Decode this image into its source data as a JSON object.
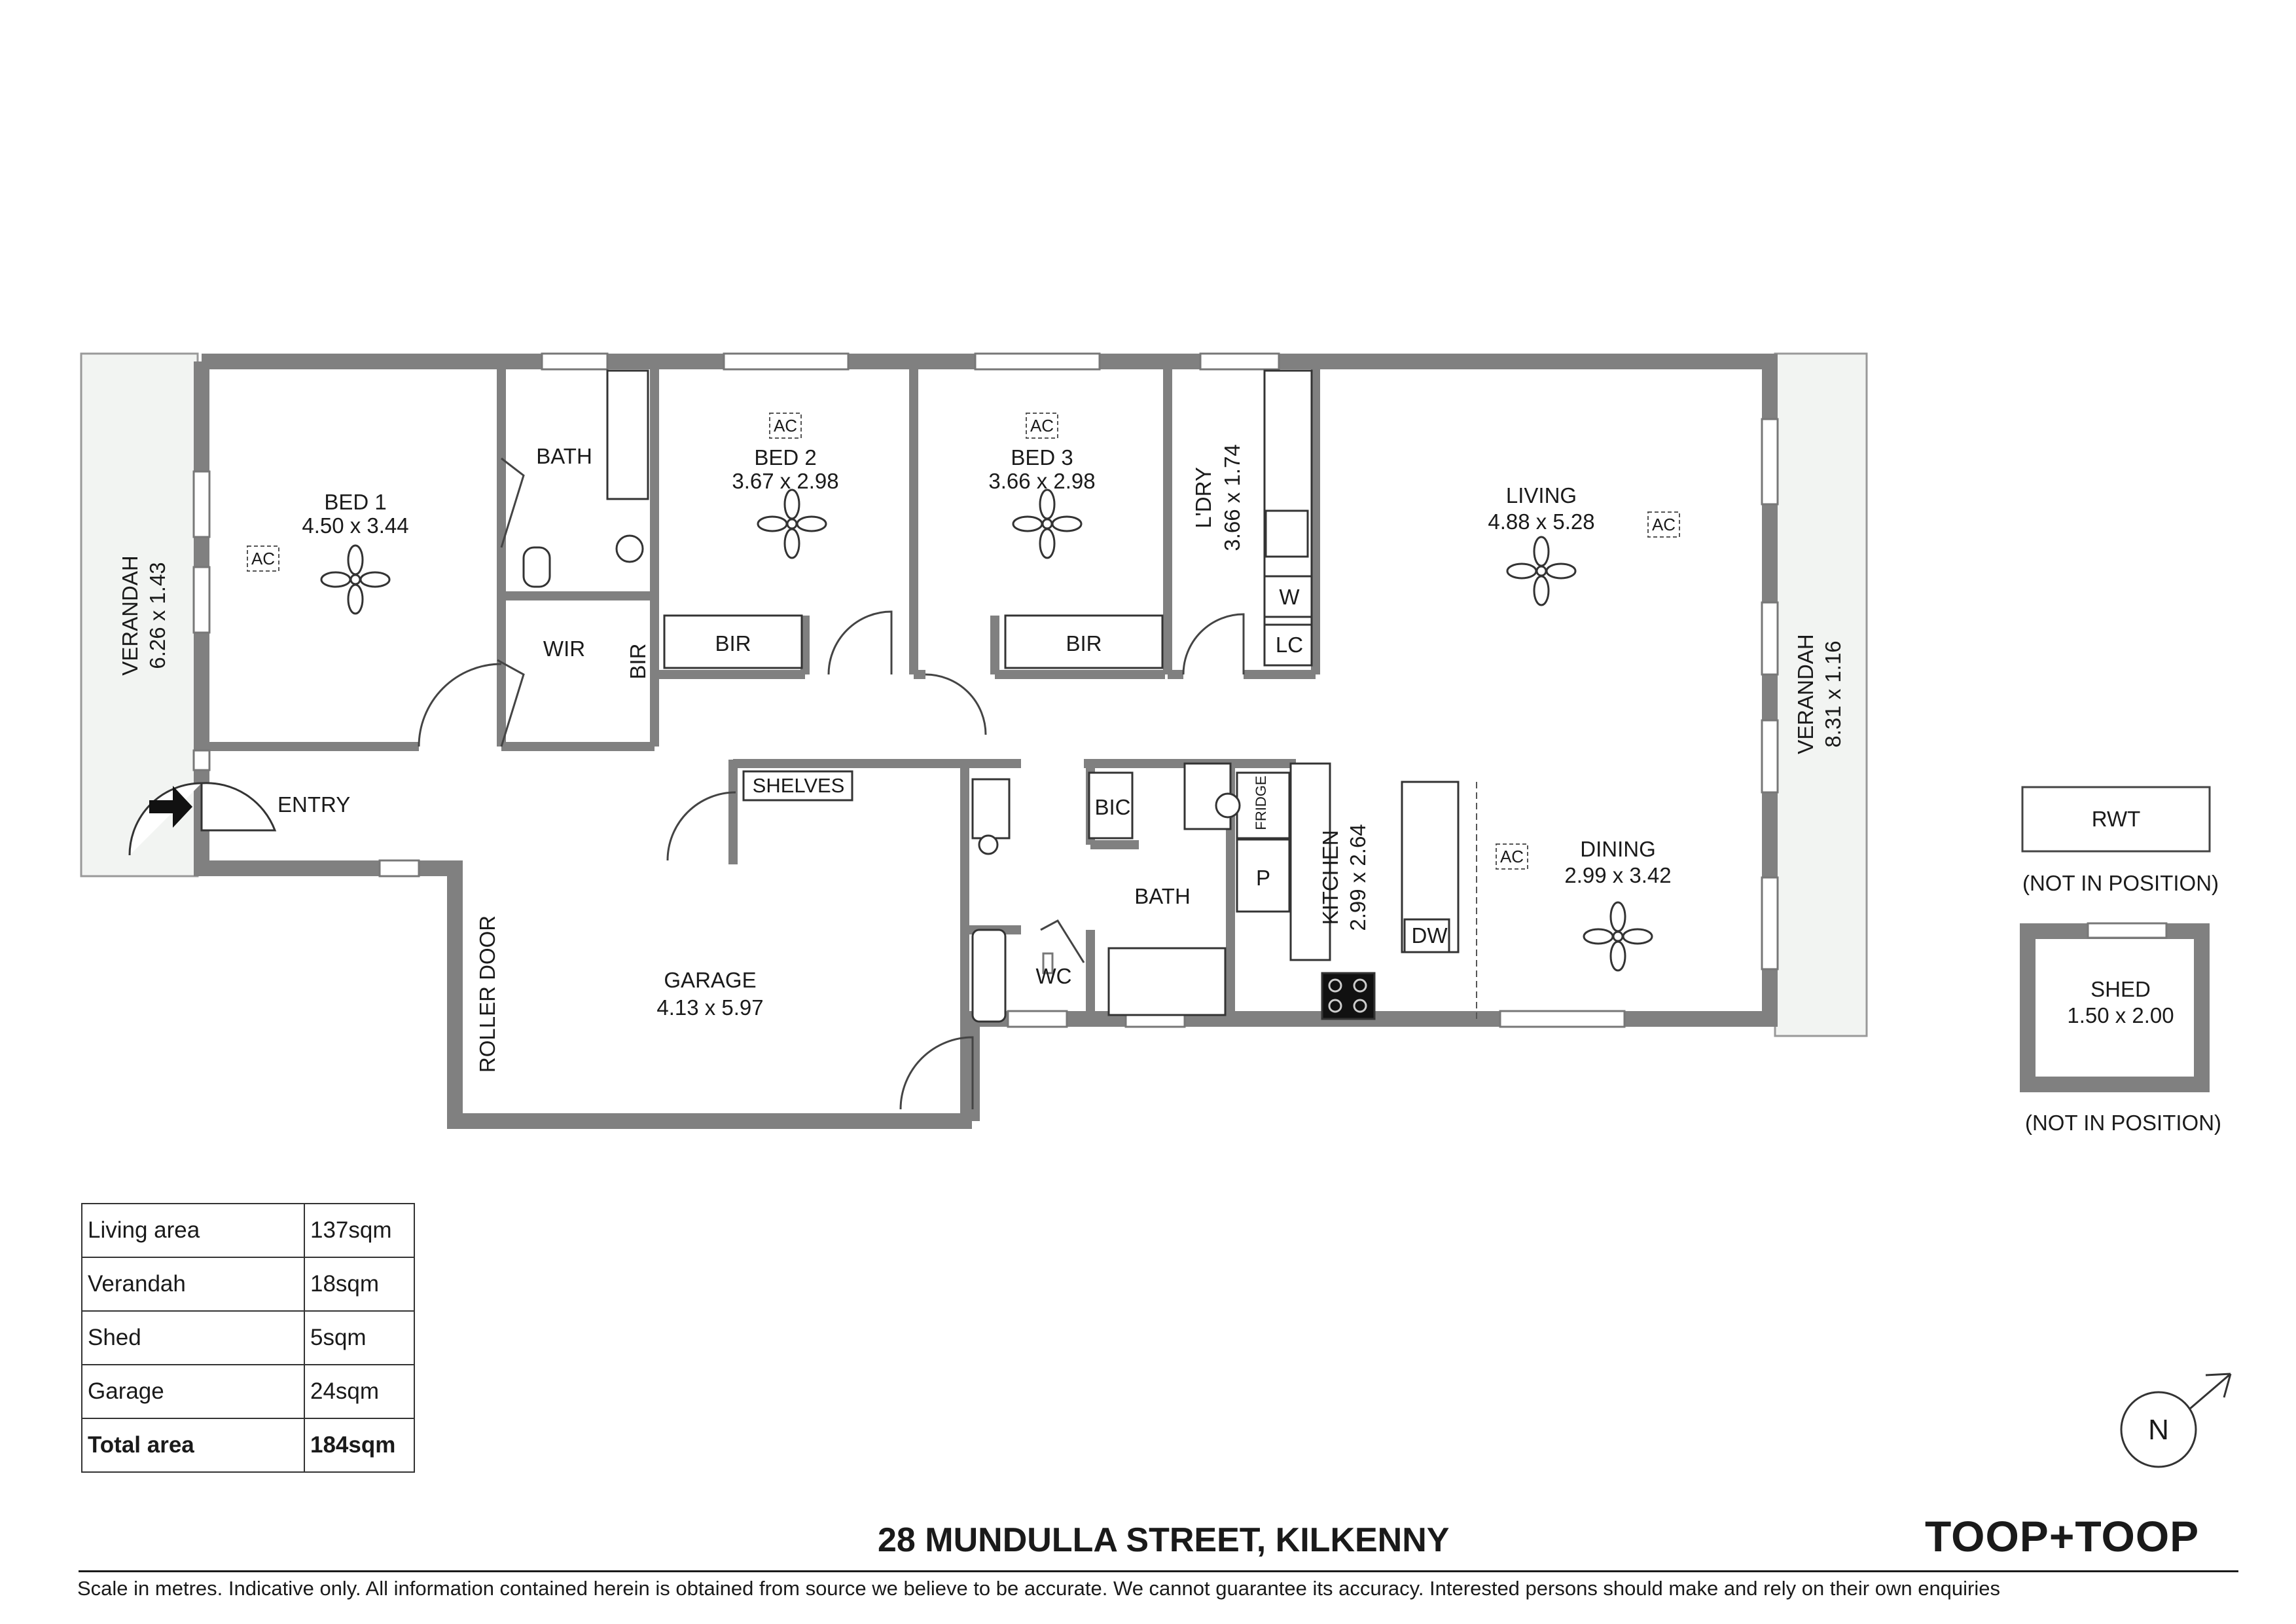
{
  "colors": {
    "wall": "#808080",
    "verandah": "#f2f4f2",
    "ink": "#1a1a1a"
  },
  "rooms": {
    "bed1": {
      "name": "BED 1",
      "dims": "4.50 x 3.44"
    },
    "bed2": {
      "name": "BED 2",
      "dims": "3.67 x 2.98"
    },
    "bed3": {
      "name": "BED 3",
      "dims": "3.66 x 2.98"
    },
    "laundry": {
      "name": "L'DRY",
      "dims": "3.66 x 1.74"
    },
    "living": {
      "name": "LIVING",
      "dims": "4.88 x 5.28"
    },
    "dining": {
      "name": "DINING",
      "dims": "2.99 x 3.42"
    },
    "kitchen": {
      "name": "KITCHEN",
      "dims": "2.99 x 2.64"
    },
    "garage": {
      "name": "GARAGE",
      "dims": "4.13 x 5.97"
    },
    "verandah_west": {
      "name": "VERANDAH",
      "dims": "6.26 x 1.43"
    },
    "verandah_east": {
      "name": "VERANDAH",
      "dims": "8.31 x 1.16"
    },
    "shed": {
      "name": "SHED",
      "dims": "1.50 x 2.00"
    },
    "bath_ensuite": "BATH",
    "bath_main": "BATH",
    "wir": "WIR",
    "bir_ensuite": "BIR",
    "bir_bed2": "BIR",
    "bir_bed3": "BIR",
    "entry": "ENTRY",
    "shelves": "SHELVES",
    "bic": "BIC",
    "wc": "WC",
    "roller_door": "ROLLER DOOR"
  },
  "fixtures": {
    "ac": "AC",
    "washer": "W",
    "linen": "LC",
    "fridge": "FRIDGE",
    "pantry": "P",
    "dishwasher": "DW"
  },
  "rwt": {
    "label": "RWT",
    "note": "(NOT IN POSITION)"
  },
  "shed_note": "(NOT IN POSITION)",
  "compass": "N",
  "areas": [
    {
      "label": "Living area",
      "value": "137sqm"
    },
    {
      "label": "Verandah",
      "value": "18sqm"
    },
    {
      "label": "Shed",
      "value": "5sqm"
    },
    {
      "label": "Garage",
      "value": "24sqm"
    },
    {
      "label": "Total area",
      "value": "184sqm"
    }
  ],
  "address": "28 MUNDULLA STREET, KILKENNY",
  "brand": "TOOP+TOOP",
  "disclaimer": "Scale in metres. Indicative only. All information contained herein is obtained from source we believe to be accurate. We cannot guarantee its accuracy. Interested persons should make and rely on their own enquiries"
}
